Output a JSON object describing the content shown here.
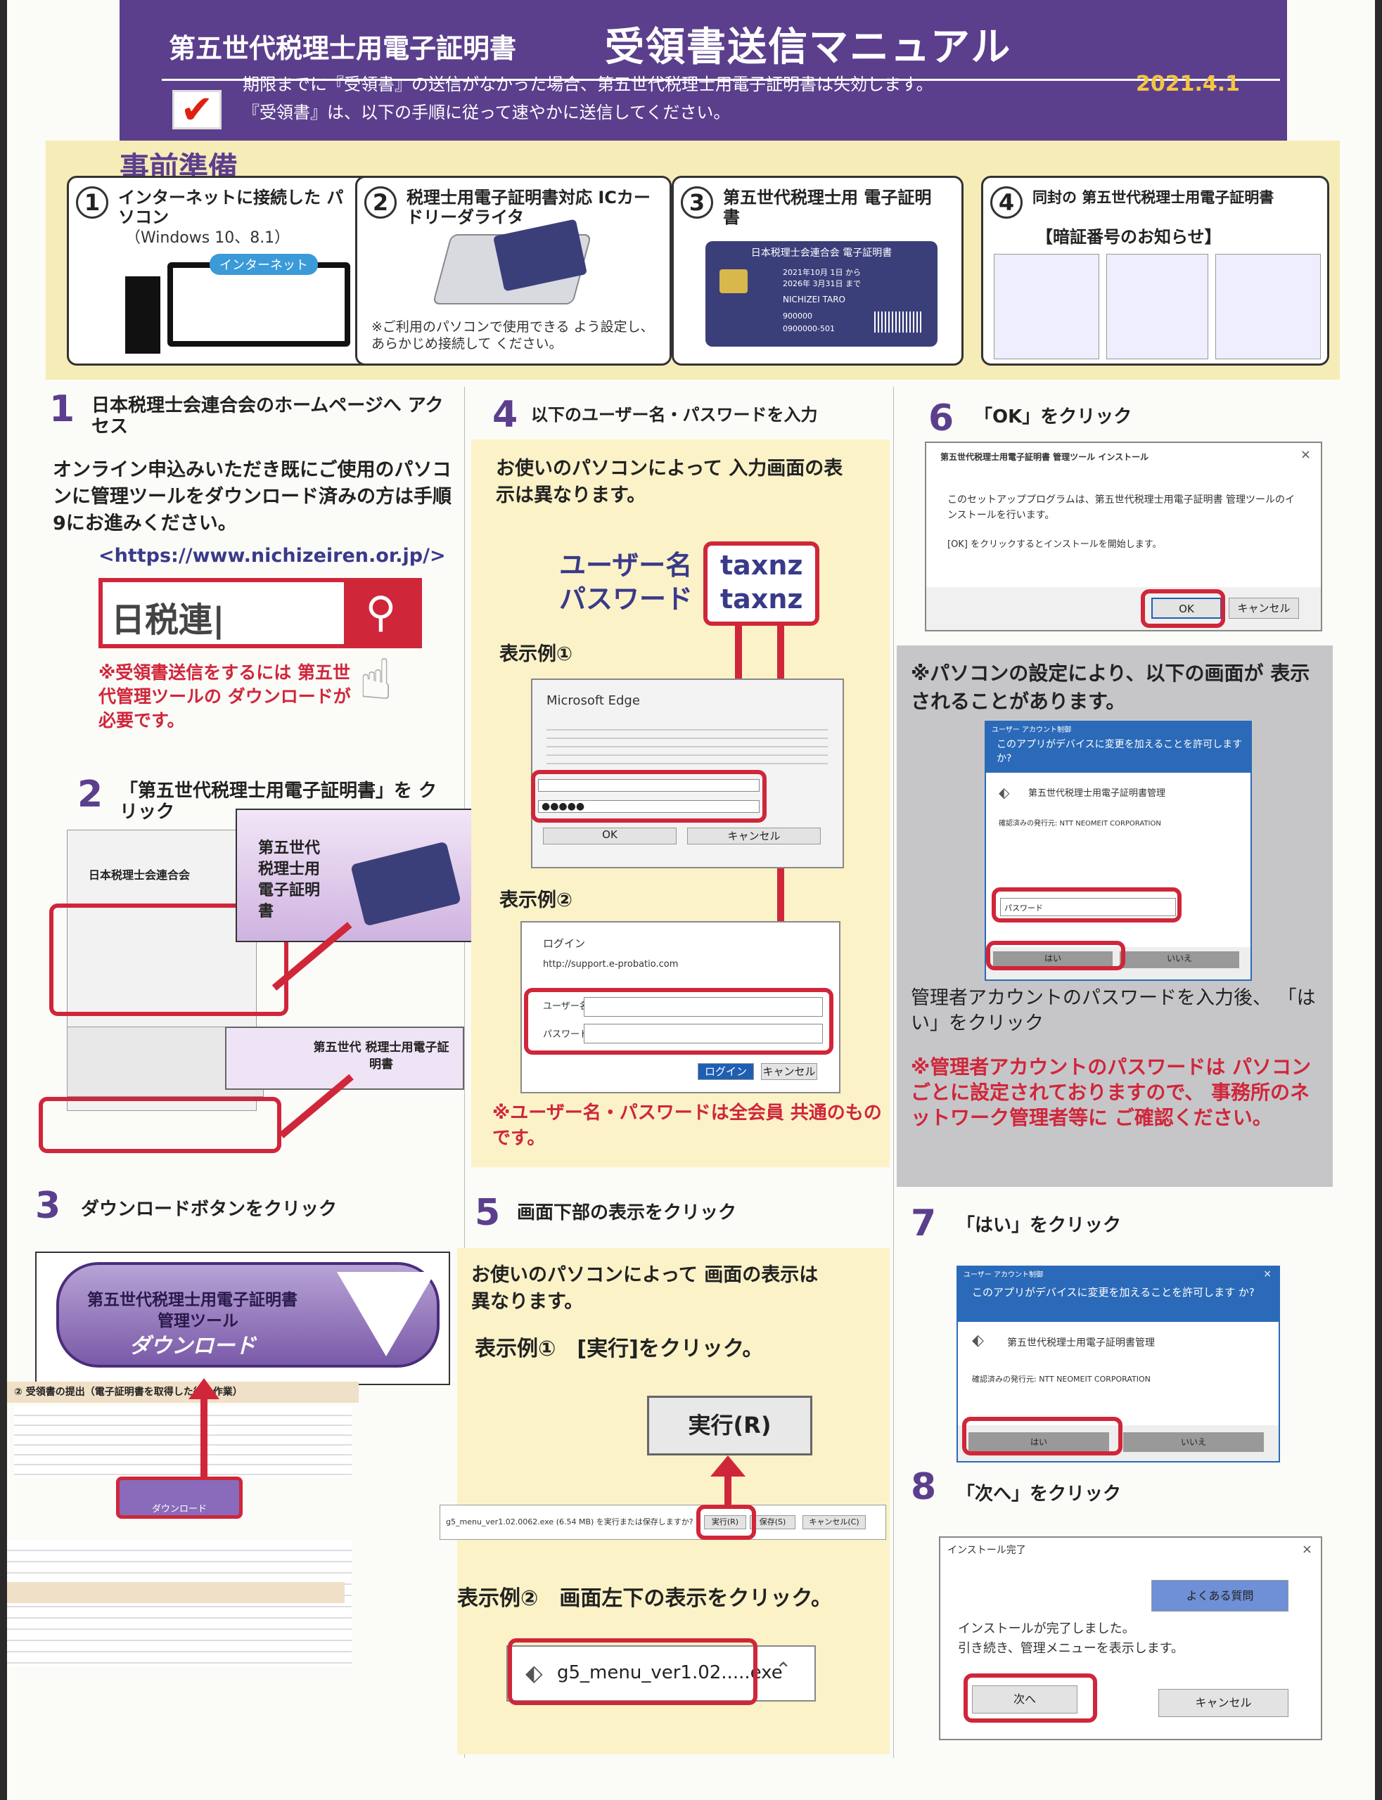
{
  "header": {
    "title": "第五世代税理士用電子証明書",
    "title2": "受領書送信マニュアル",
    "note1": "期限までに『受領書』の送信がなかった場合、第五世代税理士用電子証明書は失効します。",
    "note2": "『受領書』は、以下の手順に従って速やかに送信してください。",
    "date": "2021.4.1"
  },
  "prep": {
    "title": "事前準備",
    "cards": [
      {
        "num": "1",
        "text": "インターネットに接続した パソコン",
        "sub": "（Windows 10、8.1）",
        "label": "インターネット"
      },
      {
        "num": "2",
        "text": "税理士用電子証明書対応 ICカードリーダライタ",
        "sub": "※ご利用のパソコンで使用できる よう設定し、あらかじめ接続して ください。"
      },
      {
        "num": "3",
        "text": "第五世代税理士用 電子証明書",
        "card_title": "日本税理士会連合会 電子証明書",
        "card_date1": "2021年10月 1日 から",
        "card_date2": "2026年 3月31日 まで",
        "card_name": "NICHIZEI TARO",
        "card_no1": "900000",
        "card_no2": "0900000-501"
      },
      {
        "num": "4",
        "text": "同封の 第五世代税理士用電子証明書",
        "text2": "【暗証番号のお知らせ】"
      }
    ]
  },
  "steps": {
    "s1": {
      "num": "1",
      "title": "日本税理士会連合会のホームページへ アクセス",
      "body": "オンライン申込みいただき既にご使用のパソコンに管理ツールをダウンロード済みの方は手順9にお進みください。",
      "url": "<https://www.nichizeiren.or.jp/>",
      "search": "日税連|",
      "note": "※受領書送信をするには 第五世代管理ツールの ダウンロードが必要です。"
    },
    "s2": {
      "num": "2",
      "title": "「第五世代税理士用電子証明書」を クリック",
      "site": "日本税理士会連合会",
      "banner": "第五世代 税理士用 電子証明書",
      "banner2": "第五世代 税理士用電子証明書"
    },
    "s3": {
      "num": "3",
      "title": "ダウンロードボタンをクリック",
      "btn1": "第五世代税理士用電子証明書",
      "btn2": "管理ツール",
      "btn3": "ダウンロード",
      "sub": "② 受領書の提出（電子証明書を取得した後の作業）",
      "small": "ダウンロード"
    },
    "s4": {
      "num": "4",
      "title": "以下のユーザー名・パスワードを入力",
      "body": "お使いのパソコンによって 入力画面の表示は異なります。",
      "user_label": "ユーザー名",
      "pass_label": "パスワード",
      "user": "taxnz",
      "pass": "taxnz",
      "ex1": "表示例①",
      "ex2": "表示例②",
      "edge": "Microsoft Edge",
      "login": "ログイン",
      "login_url": "http://support.e-probatio.com",
      "login_user": "ユーザー名",
      "login_pass": "パスワード",
      "ok": "OK",
      "cancel": "キャンセル",
      "login_btn": "ログイン",
      "note": "※ユーザー名・パスワードは全会員 共通のものです。"
    },
    "s5": {
      "num": "5",
      "title": "画面下部の表示をクリック",
      "body": "お使いのパソコンによって 画面の表示は異なります。",
      "ex1": "表示例①　[実行]をクリック。",
      "run": "実行(R)",
      "bar": "g5_menu_ver1.02.0062.exe (6.54 MB) を実行または保存しますか?",
      "bar_run": "実行(R)",
      "bar_save": "保存(S)",
      "bar_cancel": "キャンセル(C)",
      "ex2": "表示例②　画面左下の表示をクリック。",
      "file": "g5_menu_ver1.02.....exe"
    },
    "s6": {
      "num": "6",
      "title": "「OK」をクリック",
      "dlg_title": "第五世代税理士用電子証明書 管理ツール インストール",
      "dlg_text1": "このセットアッププログラムは、第五世代税理士用電子証明書 管理ツールのインストールを行います。",
      "dlg_text2": "[OK] をクリックするとインストールを開始します。",
      "ok": "OK",
      "cancel": "キャンセル",
      "note": "※パソコンの設定により、以下の画面が 表示されることがあります。",
      "uac_head": "ユーザー アカウント制御",
      "uac_q": "このアプリがデバイスに変更を加えることを許可します か?",
      "uac_app": "第五世代税理士用電子証明書管理",
      "uac_pub": "確認済みの発行元: NTT NEOMEIT CORPORATION",
      "pw": "パスワード",
      "yes": "はい",
      "no": "いいえ",
      "after": "管理者アカウントのパスワードを入力後、 「はい」をクリック",
      "warn": "※管理者アカウントのパスワードは パソコンごとに設定されておりますので、 事務所のネットワーク管理者等に ご確認ください。"
    },
    "s7": {
      "num": "7",
      "title": "「はい」をクリック",
      "uac_head": "ユーザー アカウント制御",
      "uac_q": "このアプリがデバイスに変更を加えることを許可します か?",
      "uac_app": "第五世代税理士用電子証明書管理",
      "uac_pub": "確認済みの発行元: NTT NEOMEIT CORPORATION",
      "yes": "はい",
      "no": "いいえ"
    },
    "s8": {
      "num": "8",
      "title": "「次へ」をクリック",
      "head": "インストール完了",
      "faq": "よくある質問",
      "text1": "インストールが完了しました。",
      "text2": "引き続き、管理メニューを表示します。",
      "next": "次へ",
      "cancel": "キャンセル"
    }
  },
  "colors": {
    "purple": "#5b3f8d",
    "red": "#d0263a",
    "yellow": "#fbf2c8",
    "gray": "#c6c6c9"
  }
}
